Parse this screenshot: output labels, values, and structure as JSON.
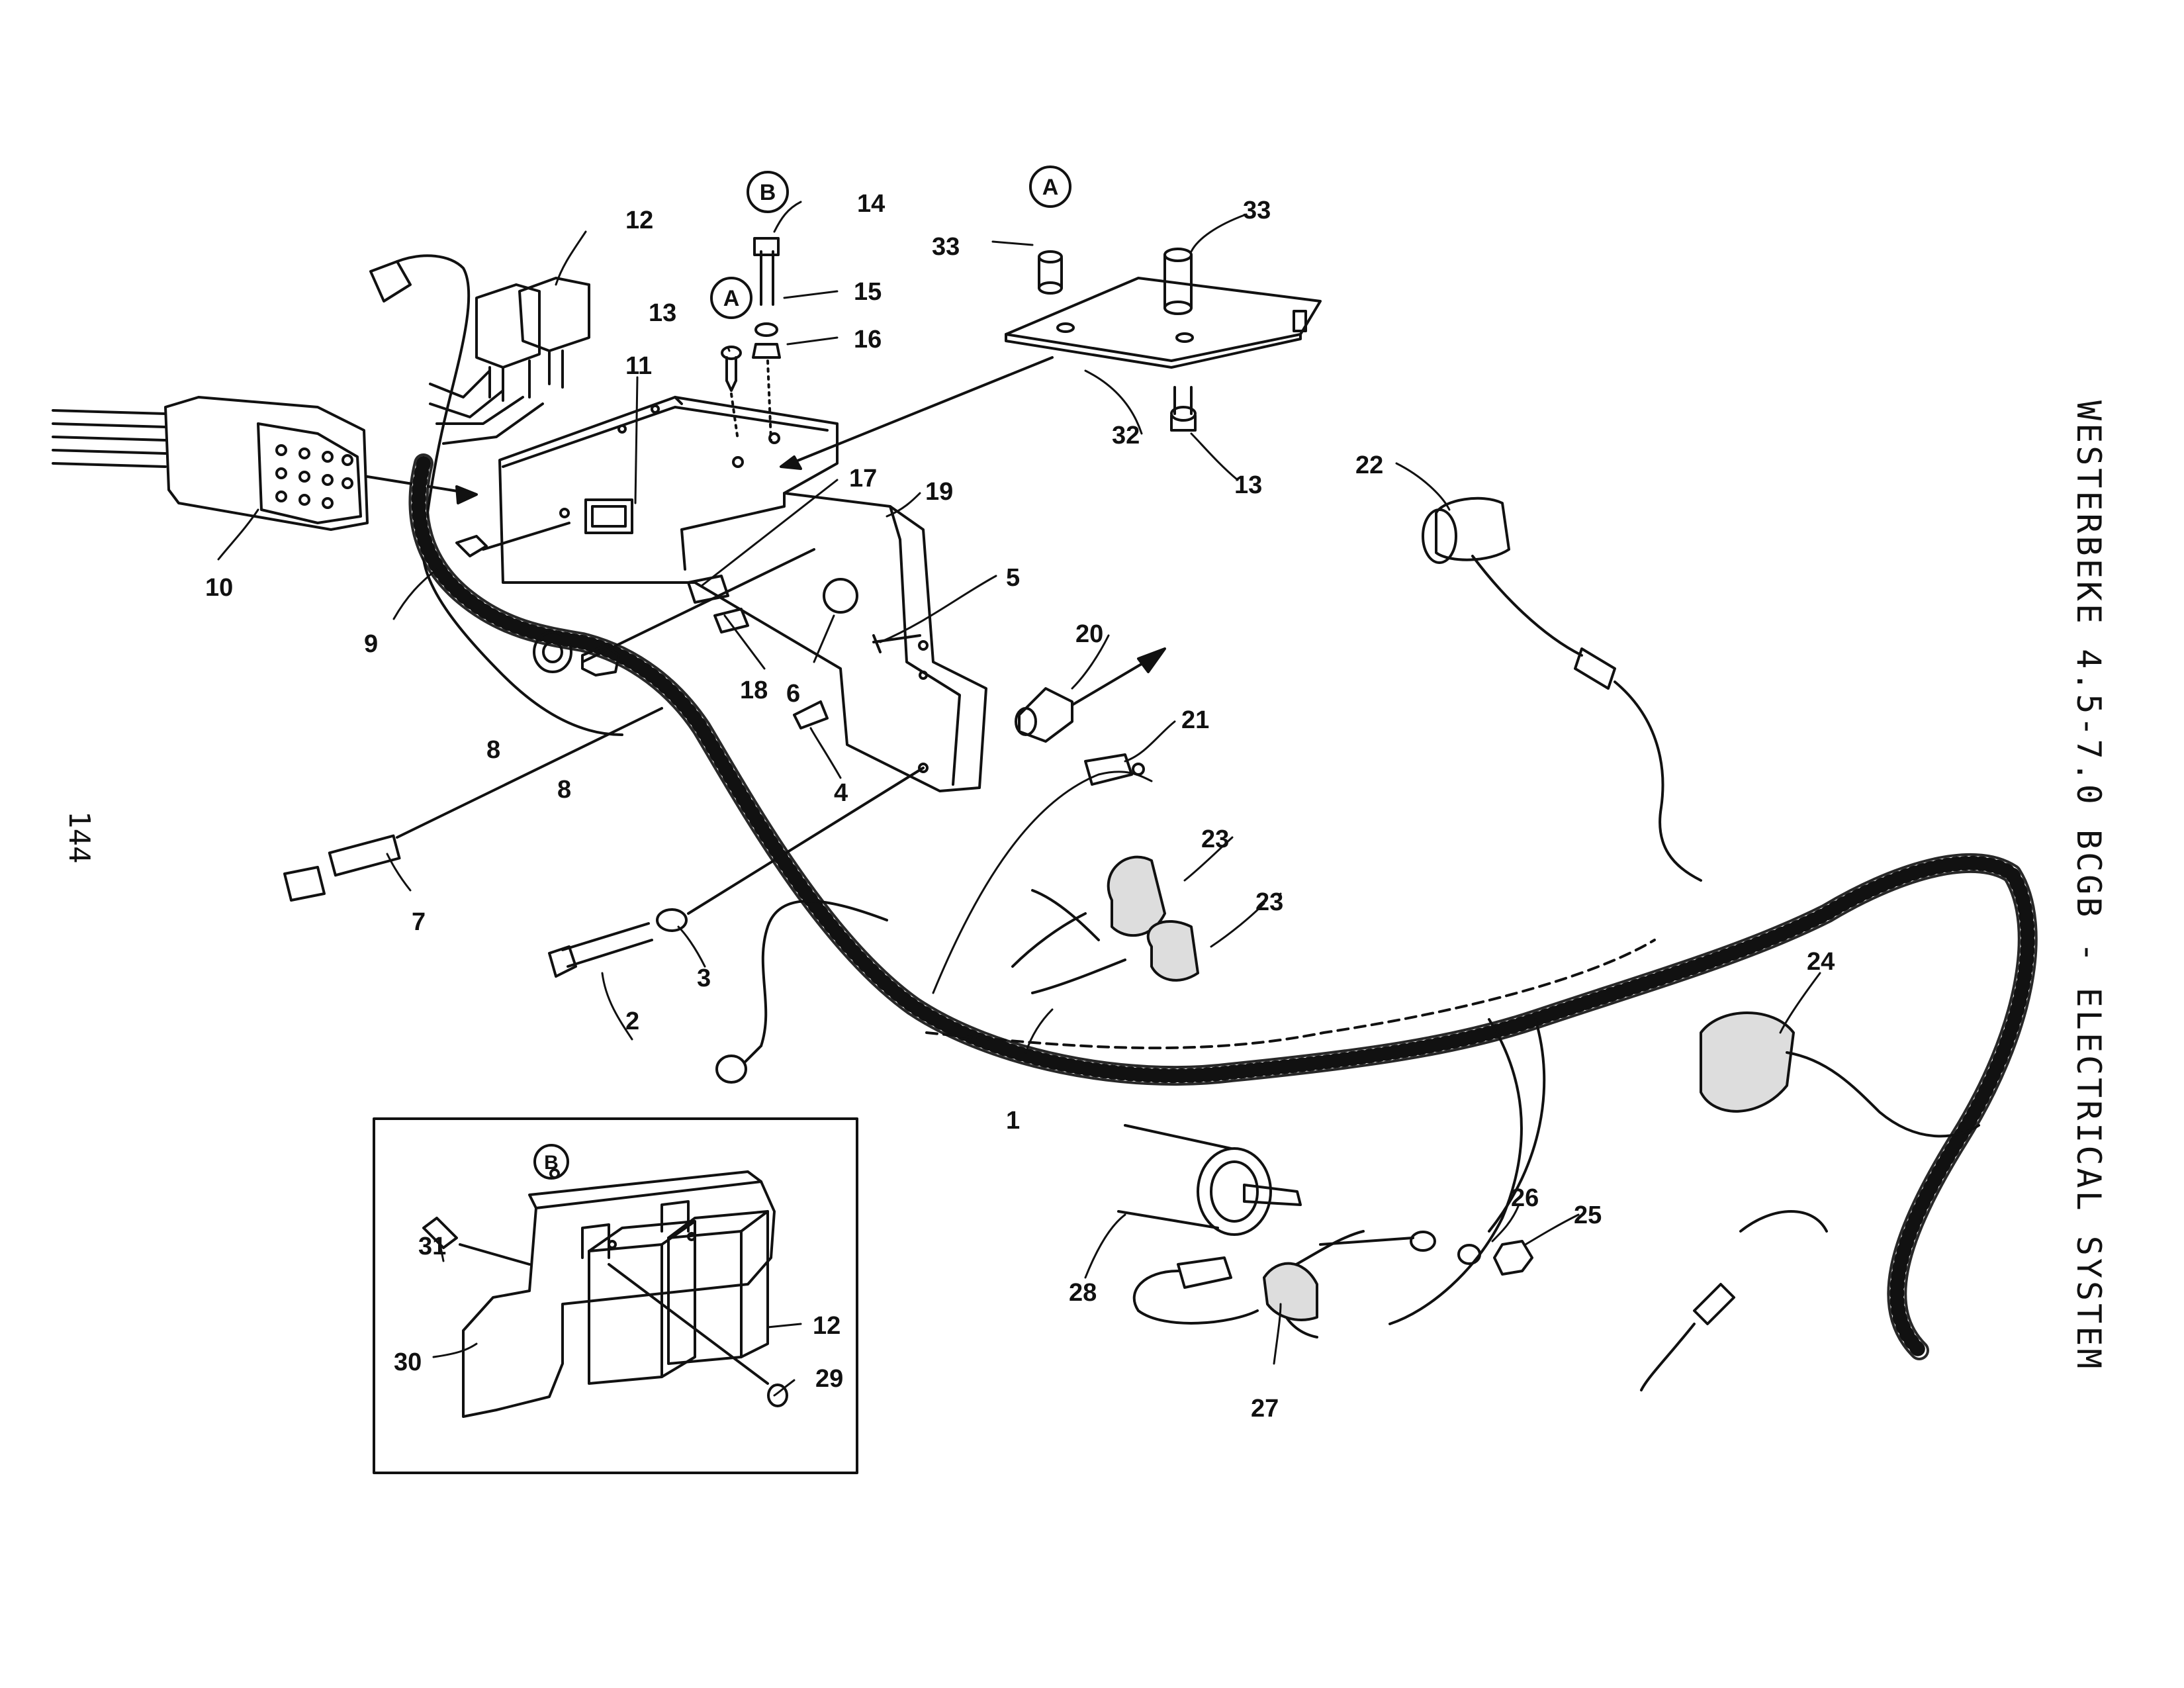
{
  "header": {
    "side_title": "WESTERBEKE 4.5-7.0 BCGB - ELECTRICAL SYSTEM",
    "page_number": "144"
  },
  "part_labels": {
    "p1": "1",
    "p2": "2",
    "p3": "3",
    "p4": "4",
    "p5": "5",
    "p6": "6",
    "p7": "7",
    "p8a": "8",
    "p8b": "8",
    "p9": "9",
    "p10": "10",
    "p11": "11",
    "p12a": "12",
    "p12b": "12",
    "p13a": "13",
    "p13b": "13",
    "p14": "14",
    "p15": "15",
    "p16": "16",
    "p17": "17",
    "p18": "18",
    "p19": "19",
    "p20": "20",
    "p21": "21",
    "p22": "22",
    "p23a": "23",
    "p23b": "23",
    "p24": "24",
    "p25": "25",
    "p26": "26",
    "p27": "27",
    "p28": "28",
    "p29": "29",
    "p30": "30",
    "p31": "31",
    "p32": "32",
    "p33a": "33",
    "p33b": "33"
  },
  "reference_markers": {
    "a1": "A",
    "a2": "A",
    "b1": "B",
    "b2": "B"
  }
}
